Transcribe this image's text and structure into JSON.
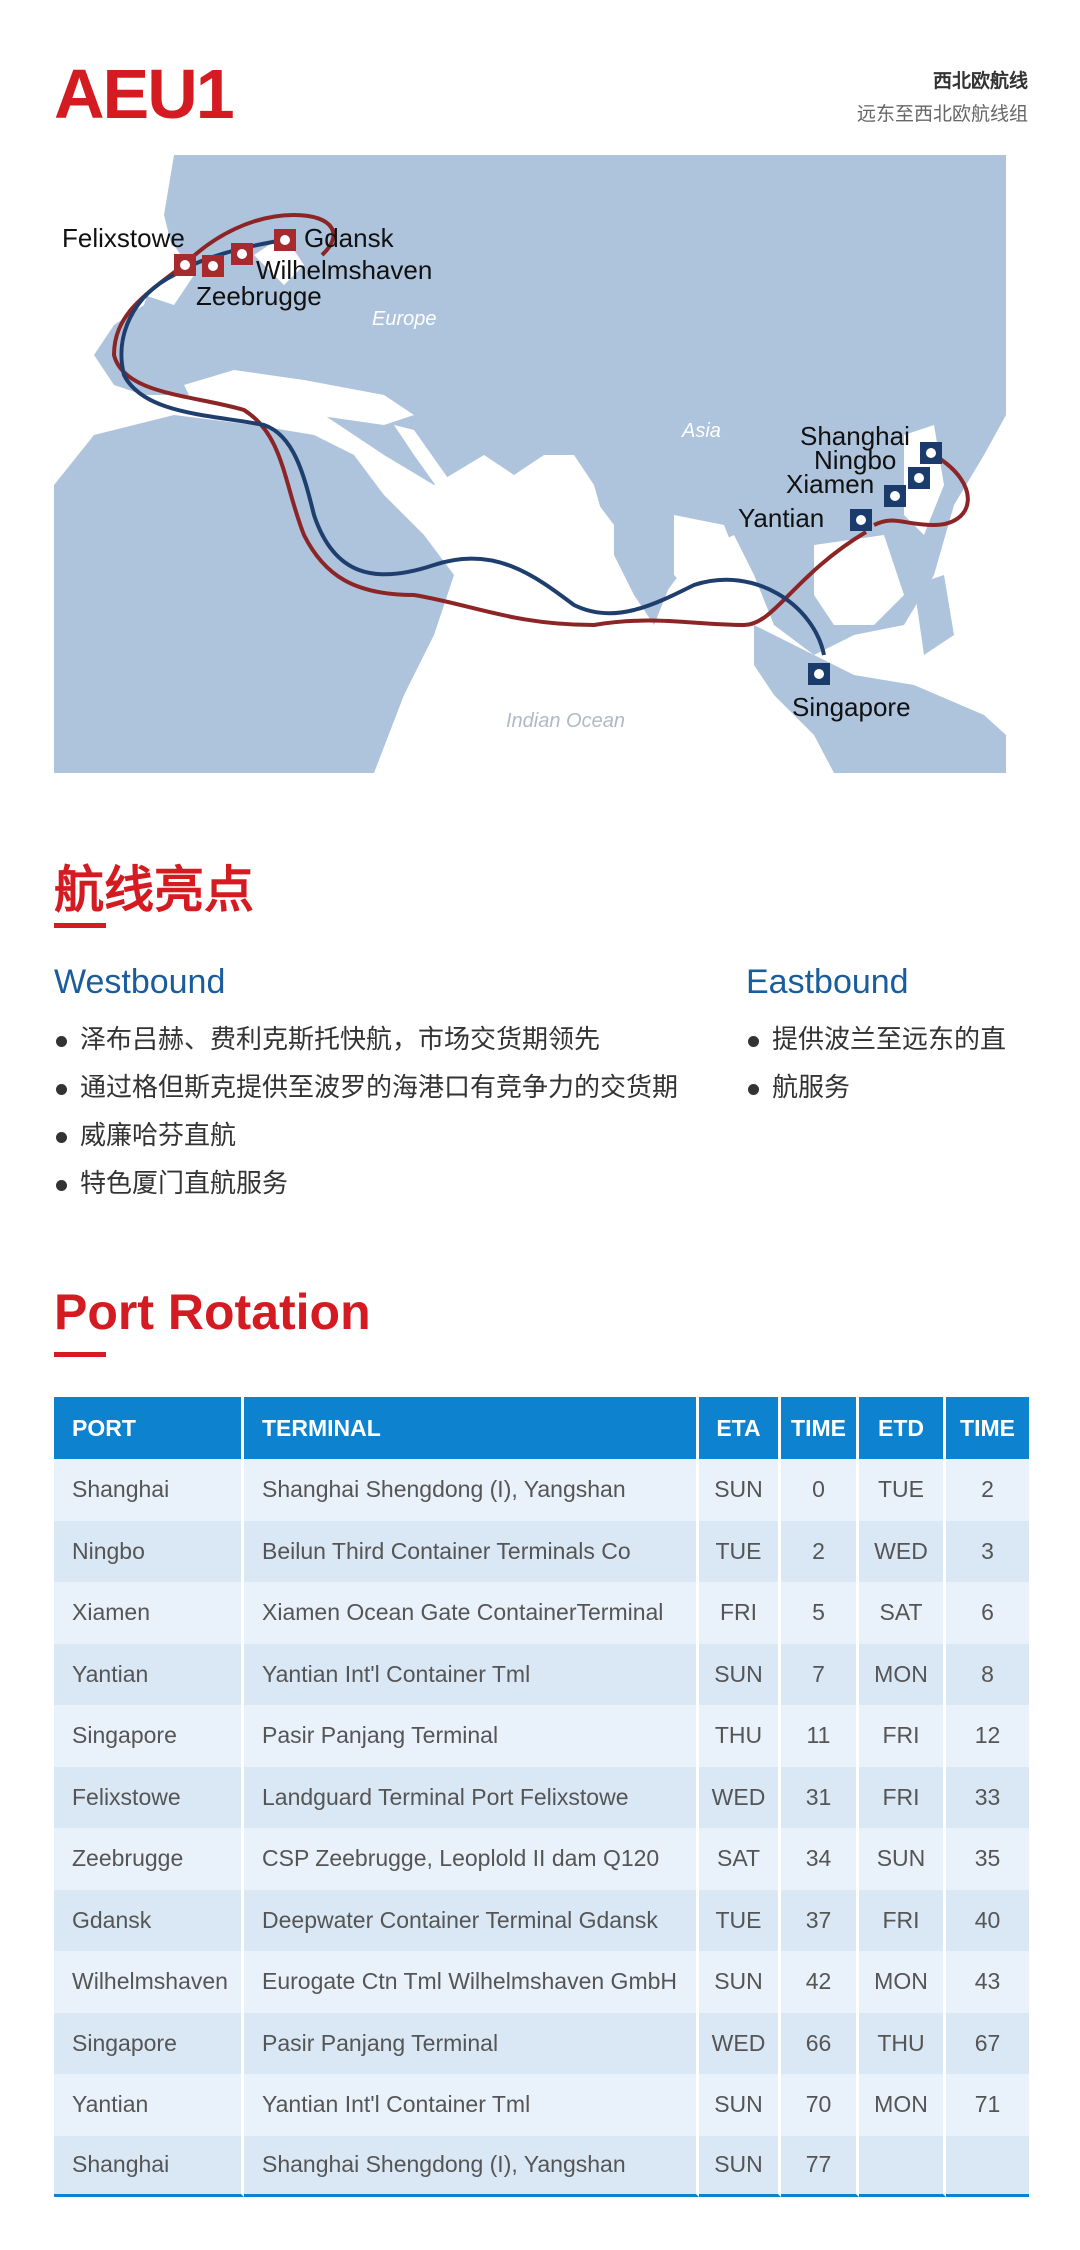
{
  "header": {
    "logo": "AEU1",
    "subtitle_line1": "西北欧航线",
    "subtitle_line2": "远东至西北欧航线组"
  },
  "map": {
    "region_labels": [
      "Europe",
      "Asia",
      "Indian Ocean"
    ],
    "ports_europe": [
      "Felixstowe",
      "Zeebrugge",
      "Wilhelmshaven",
      "Gdansk"
    ],
    "ports_asia": [
      "Shanghai",
      "Ningbo",
      "Xiamen",
      "Yantian",
      "Singapore"
    ],
    "colors": {
      "land": "#aec3dc",
      "westbound": "#8c2525",
      "eastbound": "#1e3f6e",
      "port_marker_europe": "#a72a2e",
      "port_marker_asia": "#1a3b6b"
    }
  },
  "highlights": {
    "title": "航线亮点",
    "westbound_title": "Westbound",
    "westbound_items": [
      "泽布吕赫、费利克斯托快航，市场交货期领先",
      "通过格但斯克提供至波罗的海港口有竞争力的交货期",
      "威廉哈芬直航",
      "特色厦门直航服务"
    ],
    "eastbound_title": "Eastbound",
    "eastbound_items": [
      "提供波兰至远东的直",
      "航服务"
    ]
  },
  "rotation": {
    "title": "Port Rotation",
    "headers": {
      "port": "PORT",
      "terminal": "TERMINAL",
      "eta": "ETA",
      "time1": "TIME",
      "etd": "ETD",
      "time2": "TIME"
    },
    "rows": [
      {
        "port": "Shanghai",
        "terminal": "Shanghai Shengdong (I), Yangshan",
        "eta": "SUN",
        "time1": "0",
        "etd": "TUE",
        "time2": "2"
      },
      {
        "port": "Ningbo",
        "terminal": "Beilun Third Container Terminals Co",
        "eta": "TUE",
        "time1": "2",
        "etd": "WED",
        "time2": "3"
      },
      {
        "port": "Xiamen",
        "terminal": "Xiamen Ocean Gate ContainerTerminal",
        "eta": "FRI",
        "time1": "5",
        "etd": "SAT",
        "time2": "6"
      },
      {
        "port": "Yantian",
        "terminal": "Yantian  Int'l  Container Tml",
        "eta": "SUN",
        "time1": "7",
        "etd": "MON",
        "time2": "8"
      },
      {
        "port": "Singapore",
        "terminal": "Pasir Panjang Terminal",
        "eta": "THU",
        "time1": "11",
        "etd": "FRI",
        "time2": "12"
      },
      {
        "port": "Felixstowe",
        "terminal": "Landguard Terminal Port Felixstowe",
        "eta": "WED",
        "time1": "31",
        "etd": "FRI",
        "time2": "33"
      },
      {
        "port": "Zeebrugge",
        "terminal": "CSP Zeebrugge, Leoplold II dam Q120",
        "eta": "SAT",
        "time1": "34",
        "etd": "SUN",
        "time2": "35"
      },
      {
        "port": "Gdansk",
        "terminal": "Deepwater Container Terminal Gdansk",
        "eta": "TUE",
        "time1": "37",
        "etd": "FRI",
        "time2": "40"
      },
      {
        "port": "Wilhelmshaven",
        "terminal": "Eurogate Ctn Tml Wilhelmshaven GmbH",
        "eta": "SUN",
        "time1": "42",
        "etd": "MON",
        "time2": "43"
      },
      {
        "port": "Singapore",
        "terminal": "Pasir Panjang Terminal",
        "eta": "WED",
        "time1": "66",
        "etd": "THU",
        "time2": "67"
      },
      {
        "port": "Yantian",
        "terminal": "Yantian  Int'l  Container Tml",
        "eta": "SUN",
        "time1": "70",
        "etd": "MON",
        "time2": "71"
      },
      {
        "port": "Shanghai",
        "terminal": "Shanghai Shengdong (I), Yangshan",
        "eta": "SUN",
        "time1": "77",
        "etd": "",
        "time2": ""
      }
    ]
  }
}
